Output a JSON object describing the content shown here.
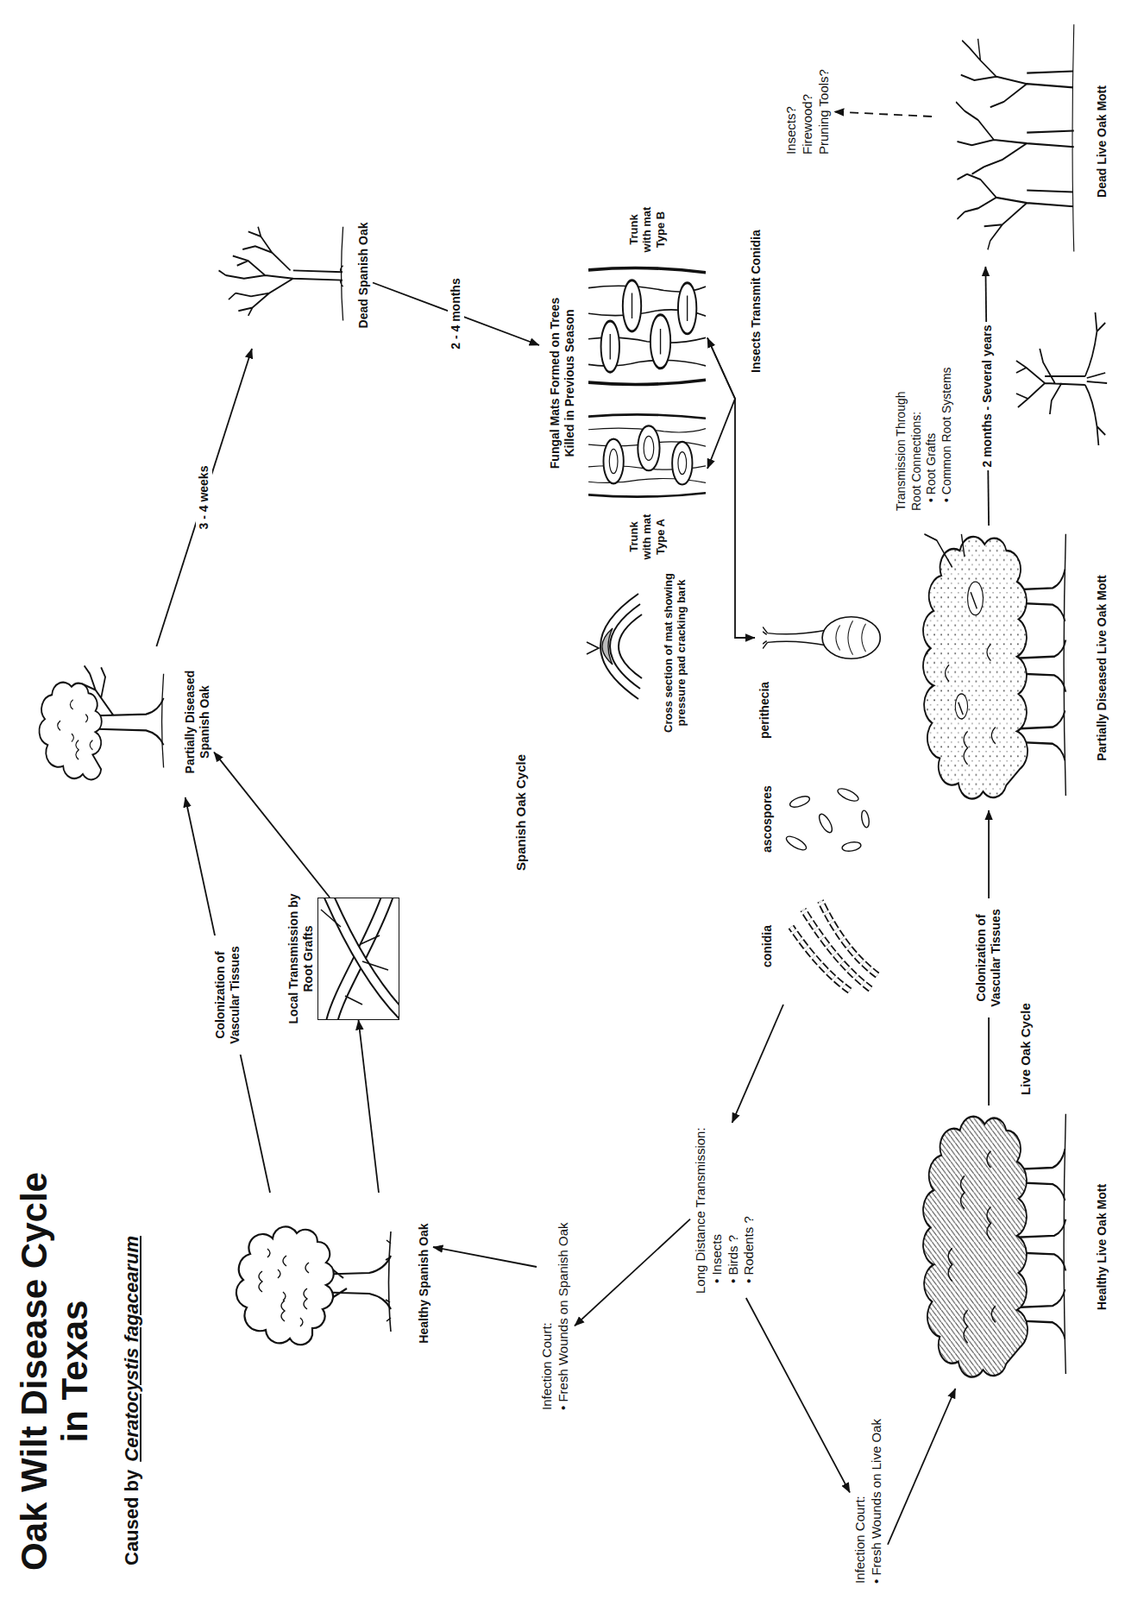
{
  "diagram": {
    "title": "Oak Wilt Disease Cycle in Texas",
    "nodes": [
      {
        "text": [
          "Healthy Spanish Oak"
        ]
      },
      {
        "text": [
          "Local Transmission by Root Grafts"
        ]
      },
      {
        "text": [
          "Partially Diseased Spanish Oak"
        ]
      },
      {
        "text": [
          "Dead Spanish Oak"
        ]
      },
      {
        "text": [
          "Fungal Mats Formed on Trees Killed in Previous Season"
        ]
      },
      {
        "text": [
          "Trunk with mat Type A"
        ],
        "in": 4
      },
      {
        "text": [
          "Trunk with mat Type B"
        ],
        "in": 4
      },
      {
        "text": [
          "Cross section of mat showing pressure pad cracking bark"
        ]
      },
      {
        "text": [
          "perithecia"
        ]
      },
      {
        "text": [
          "ascospores"
        ]
      },
      {
        "text": [
          "conidia"
        ]
      },
      {
        "text": [
          "Long Distance Transmission:",
          "• Insects",
          "• Birds ?",
          "• Rodents ?"
        ]
      },
      {
        "text": [
          "Infection Court:",
          "• Fresh Wounds on Spanish Oak"
        ]
      },
      {
        "text": [
          "Infection Court:",
          "• Fresh Wounds on Live Oak"
        ]
      },
      {
        "text": [
          "Healthy Live Oak Mott"
        ]
      },
      {
        "text": [
          "Partially Diseased Live Oak Mott"
        ]
      },
      {
        "text": [
          "Dead Live Oak Mott"
        ]
      },
      {
        "text": [
          "Insects?",
          "Firewood?",
          "Pruning Tools?"
        ]
      }
    ],
    "edges": [
      {
        "from": 12,
        "to": 0,
        "arrow": "to"
      },
      {
        "from": 0,
        "to": 2,
        "label": "Colonization of Vascular Tissues",
        "arrow": "to"
      },
      {
        "from": 0,
        "to": 1,
        "arrow": "to"
      },
      {
        "from": 1,
        "to": 2,
        "arrow": "to"
      },
      {
        "from": 2,
        "to": 3,
        "label": "3 - 4 weeks",
        "arrow": "to"
      },
      {
        "from": 3,
        "to": 4,
        "label": "2 - 4 months",
        "arrow": "to"
      },
      {
        "from": 5,
        "to": 6,
        "arrow": "both"
      },
      {
        "from": 6,
        "to": 8,
        "label": "Insects Transmit Conidia",
        "arrow": "to"
      },
      {
        "from": 10,
        "to": 11,
        "arrow": "to"
      },
      {
        "from": 11,
        "to": 12,
        "arrow": "to"
      },
      {
        "from": 11,
        "to": 13,
        "arrow": "to"
      },
      {
        "from": 13,
        "to": 14,
        "arrow": "to"
      },
      {
        "from": 14,
        "to": 15,
        "label": "Colonization of Vascular Tissues",
        "arrow": "to"
      },
      {
        "from": 15,
        "to": 16,
        "label": "2 months - Several years",
        "arrow": "to"
      },
      {
        "from": 16,
        "to": 17,
        "arrow": "to"
      }
    ],
    "labels": [
      "Caused by",
      "Ceratocystis fagacearum",
      "Spanish Oak Cycle",
      "Live Oak Cycle",
      "Transmission Through Root Connections:",
      "• Root Grafts",
      "• Common Root Systems"
    ]
  }
}
